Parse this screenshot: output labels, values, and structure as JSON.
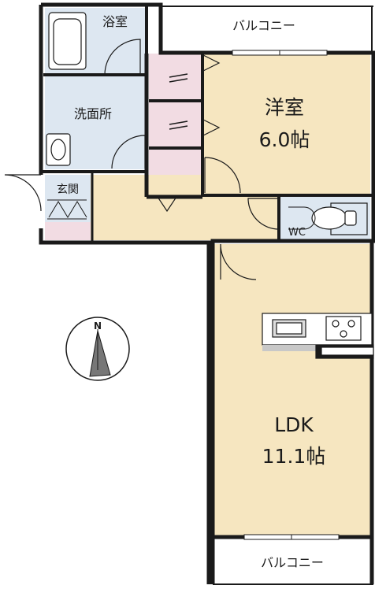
{
  "rooms": {
    "bath": "浴室",
    "washroom": "洗面所",
    "entrance": "玄関",
    "western_name": "洋室",
    "western_size": "6.0帖",
    "ldk_name": "LDK",
    "ldk_size": "11.1帖",
    "wc": "WC",
    "balcony_top": "バルコニー",
    "balcony_bottom": "バルコニー"
  },
  "compass": {
    "north_label": "N"
  },
  "colors": {
    "bath_wash": "#dde7f1",
    "room": "#f6e6c0",
    "storage": "#f2dce3",
    "wall": "#1a1a1a",
    "fixture": "#c8c8c8"
  }
}
